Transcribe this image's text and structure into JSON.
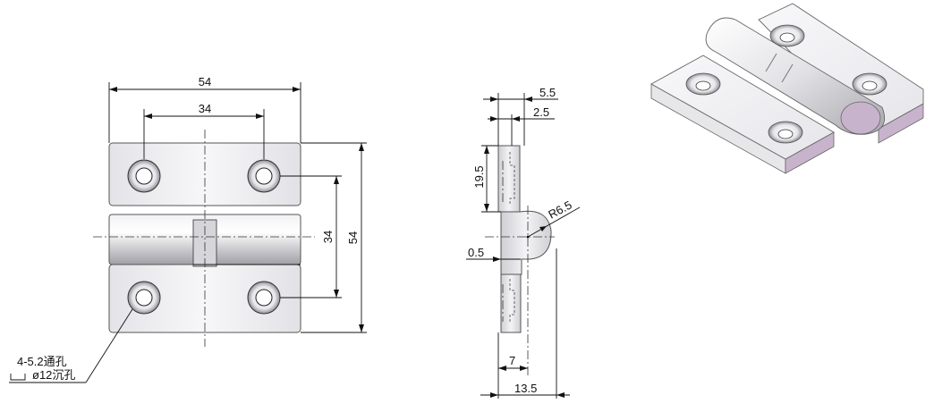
{
  "front_view": {
    "dim_overall_width": "54",
    "dim_hole_spacing_x": "34",
    "dim_hole_spacing_y": "34",
    "dim_overall_height": "54",
    "hole_note_line1": "4-5.2通孔",
    "hole_note_line2": "ø12沉孔"
  },
  "side_view": {
    "dim_thickness_top": "5.5",
    "dim_plate_thickness": "2.5",
    "dim_leaf_offset": "19.5",
    "dim_knuckle_radius": "R6.5",
    "dim_gap": "0.5",
    "dim_knuckle_center": "7",
    "dim_total_depth": "13.5"
  },
  "colors": {
    "metal_light": "#f4f4f6",
    "metal_mid": "#d9d9dd",
    "metal_dark": "#9a9aa0",
    "cut_face": "#c8b3cc",
    "line": "#111111"
  }
}
